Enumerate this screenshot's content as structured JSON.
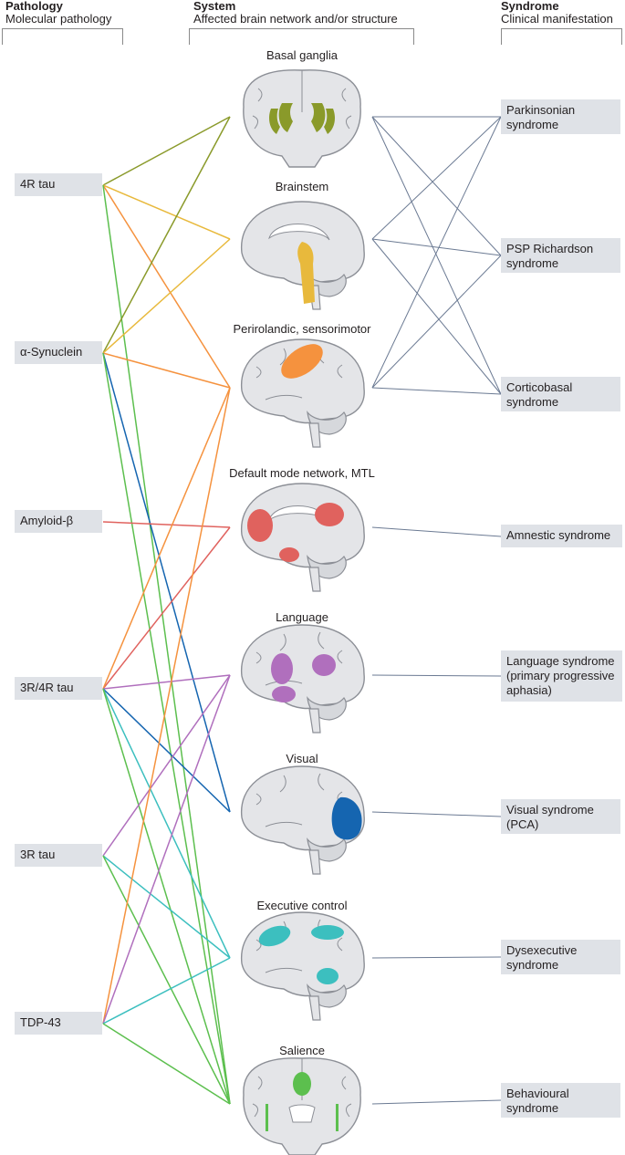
{
  "headers": {
    "pathology": {
      "title": "Pathology",
      "subtitle": "Molecular pathology"
    },
    "system": {
      "title": "System",
      "subtitle": "Affected brain network and/or structure"
    },
    "syndrome": {
      "title": "Syndrome",
      "subtitle": "Clinical manifestation"
    }
  },
  "pathologies": [
    {
      "label": "4R tau"
    },
    {
      "label": "α-Synuclein"
    },
    {
      "label": "Amyloid-β"
    },
    {
      "label": "3R/4R tau"
    },
    {
      "label": "3R tau"
    },
    {
      "label": "TDP-43"
    }
  ],
  "systems": [
    {
      "label": "Basal ganglia",
      "view": "coronal",
      "color": "#8a9a2a"
    },
    {
      "label": "Brainstem",
      "view": "sagittal",
      "color": "#e8b93c"
    },
    {
      "label": "Perirolandic, sensorimotor",
      "view": "lateral",
      "color": "#f5923e"
    },
    {
      "label": "Default mode network, MTL",
      "view": "sagittal",
      "color": "#e0625e"
    },
    {
      "label": "Language",
      "view": "lateral",
      "color": "#b06fbd"
    },
    {
      "label": "Visual",
      "view": "lateral",
      "color": "#1565b0"
    },
    {
      "label": "Executive control",
      "view": "lateral",
      "color": "#3cbfbf"
    },
    {
      "label": "Salience",
      "view": "coronal",
      "color": "#5cbf4e"
    }
  ],
  "syndromes": [
    {
      "label": "Parkinsonian syndrome"
    },
    {
      "label": "PSP Richardson syndrome"
    },
    {
      "label": "Corticobasal syndrome"
    },
    {
      "label": "Amnestic syndrome"
    },
    {
      "label": "Language syndrome (primary progressive aphasia)"
    },
    {
      "label": "Visual syndrome (PCA)"
    },
    {
      "label": "Dysexecutive syndrome"
    },
    {
      "label": "Behavioural syndrome"
    }
  ],
  "pathology_links": [
    {
      "from": "4R tau",
      "to": "Basal ganglia",
      "color": "#8a9a2a"
    },
    {
      "from": "4R tau",
      "to": "Brainstem",
      "color": "#e8b93c"
    },
    {
      "from": "4R tau",
      "to": "Perirolandic, sensorimotor",
      "color": "#f5923e"
    },
    {
      "from": "4R tau",
      "to": "Salience",
      "color": "#5cbf4e"
    },
    {
      "from": "α-Synuclein",
      "to": "Basal ganglia",
      "color": "#8a9a2a"
    },
    {
      "from": "α-Synuclein",
      "to": "Brainstem",
      "color": "#e8b93c"
    },
    {
      "from": "α-Synuclein",
      "to": "Perirolandic, sensorimotor",
      "color": "#f5923e"
    },
    {
      "from": "α-Synuclein",
      "to": "Visual",
      "color": "#1565b0"
    },
    {
      "from": "α-Synuclein",
      "to": "Salience",
      "color": "#5cbf4e"
    },
    {
      "from": "Amyloid-β",
      "to": "Default mode network, MTL",
      "color": "#e0625e"
    },
    {
      "from": "3R/4R tau",
      "to": "Default mode network, MTL",
      "color": "#e0625e"
    },
    {
      "from": "3R/4R tau",
      "to": "Perirolandic, sensorimotor",
      "color": "#f5923e"
    },
    {
      "from": "3R/4R tau",
      "to": "Language",
      "color": "#b06fbd"
    },
    {
      "from": "3R/4R tau",
      "to": "Visual",
      "color": "#1565b0"
    },
    {
      "from": "3R/4R tau",
      "to": "Executive control",
      "color": "#3cbfbf"
    },
    {
      "from": "3R/4R tau",
      "to": "Salience",
      "color": "#5cbf4e"
    },
    {
      "from": "3R tau",
      "to": "Language",
      "color": "#b06fbd"
    },
    {
      "from": "3R tau",
      "to": "Executive control",
      "color": "#3cbfbf"
    },
    {
      "from": "3R tau",
      "to": "Salience",
      "color": "#5cbf4e"
    },
    {
      "from": "TDP-43",
      "to": "Perirolandic, sensorimotor",
      "color": "#f5923e"
    },
    {
      "from": "TDP-43",
      "to": "Language",
      "color": "#b06fbd"
    },
    {
      "from": "TDP-43",
      "to": "Executive control",
      "color": "#3cbfbf"
    },
    {
      "from": "TDP-43",
      "to": "Salience",
      "color": "#5cbf4e"
    }
  ],
  "syndrome_links": [
    {
      "from": "Basal ganglia",
      "to": "Parkinsonian syndrome"
    },
    {
      "from": "Basal ganglia",
      "to": "PSP Richardson syndrome"
    },
    {
      "from": "Basal ganglia",
      "to": "Corticobasal syndrome"
    },
    {
      "from": "Brainstem",
      "to": "Parkinsonian syndrome"
    },
    {
      "from": "Brainstem",
      "to": "PSP Richardson syndrome"
    },
    {
      "from": "Brainstem",
      "to": "Corticobasal syndrome"
    },
    {
      "from": "Perirolandic, sensorimotor",
      "to": "Parkinsonian syndrome"
    },
    {
      "from": "Perirolandic, sensorimotor",
      "to": "PSP Richardson syndrome"
    },
    {
      "from": "Perirolandic, sensorimotor",
      "to": "Corticobasal syndrome"
    },
    {
      "from": "Default mode network, MTL",
      "to": "Amnestic syndrome"
    },
    {
      "from": "Language",
      "to": "Language syndrome (primary progressive aphasia)"
    },
    {
      "from": "Visual",
      "to": "Visual syndrome (PCA)"
    },
    {
      "from": "Executive control",
      "to": "Dysexecutive syndrome"
    },
    {
      "from": "Salience",
      "to": "Behavioural syndrome"
    }
  ],
  "colors": {
    "box_fill": "#dfe2e7",
    "syndrome_line": "#6b7a93",
    "brain_fill": "#e4e5e8",
    "brain_stroke": "#8c8f96"
  }
}
